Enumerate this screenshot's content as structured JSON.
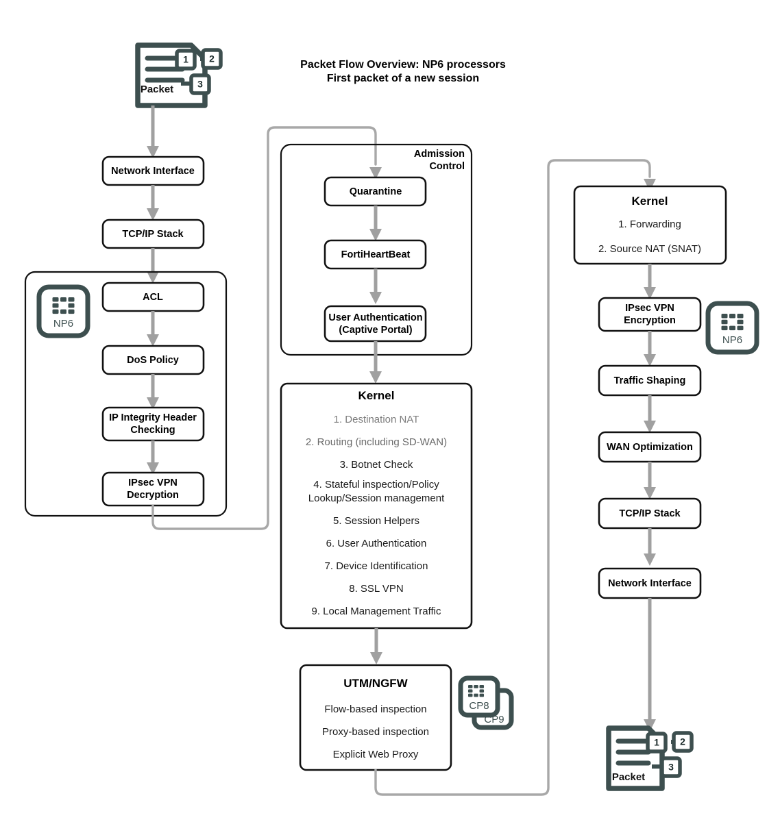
{
  "title": {
    "line1": "Packet Flow Overview: NP6 processors",
    "line2": "First packet of a new session"
  },
  "packet_in": {
    "label": "Packet",
    "badges": [
      "1",
      "2",
      "3"
    ],
    "icon": "packet-document-icon"
  },
  "packet_out": {
    "label": "Packet",
    "badges": [
      "1",
      "2",
      "3"
    ],
    "icon": "packet-document-icon"
  },
  "chips": {
    "np6_left": {
      "label": "NP6",
      "icon": "np6-processor-chip-icon"
    },
    "np6_right": {
      "label": "NP6",
      "icon": "np6-processor-chip-icon"
    },
    "cp8": {
      "label": "CP8",
      "icon": "cp8-processor-chip-icon"
    },
    "cp9": {
      "label": "CP9",
      "icon": "cp9-processor-chip-icon"
    }
  },
  "ingress": {
    "network_interface": "Network Interface",
    "tcpip_stack": "TCP/IP Stack",
    "np6_group": {
      "acl": "ACL",
      "dos_policy": "DoS Policy",
      "ip_integrity_line1": "IP Integrity Header",
      "ip_integrity_line2": "Checking",
      "ipsec_decrypt_line1": "IPsec VPN",
      "ipsec_decrypt_line2": "Decryption"
    }
  },
  "admission_control": {
    "group_label_line1": "Admission",
    "group_label_line2": "Control",
    "quarantine": "Quarantine",
    "fortiheartbeat": "FortiHeartBeat",
    "user_auth_line1": "User Authentication",
    "user_auth_line2": "(Captive Portal)"
  },
  "kernel_center": {
    "heading": "Kernel",
    "items": [
      "1. Destination NAT",
      "2. Routing (including SD-WAN)",
      "3. Botnet Check",
      "4. Stateful inspection/Policy",
      "Lookup/Session management",
      "5. Session Helpers",
      "6. User Authentication",
      "7. Device Identification",
      "8. SSL VPN",
      "9. Local Management Traffic"
    ]
  },
  "utm": {
    "heading": "UTM/NGFW",
    "items": [
      "Flow-based inspection",
      "Proxy-based inspection",
      "Explicit Web Proxy"
    ]
  },
  "kernel_right": {
    "heading": "Kernel",
    "items": [
      "1. Forwarding",
      "2. Source NAT (SNAT)"
    ]
  },
  "egress": {
    "ipsec_encrypt_line1": "IPsec VPN",
    "ipsec_encrypt_line2": "Encryption",
    "traffic_shaping": "Traffic Shaping",
    "wan_optimization": "WAN Optimization",
    "tcpip_stack": "TCP/IP Stack",
    "network_interface": "Network Interface"
  },
  "colors": {
    "chip_teal": "#3d4f4f",
    "connector_gray": "#a8a8a8",
    "arrow_gray": "#a0a0a0",
    "box_stroke": "#111111",
    "dim_text": "#7d7d7d"
  }
}
